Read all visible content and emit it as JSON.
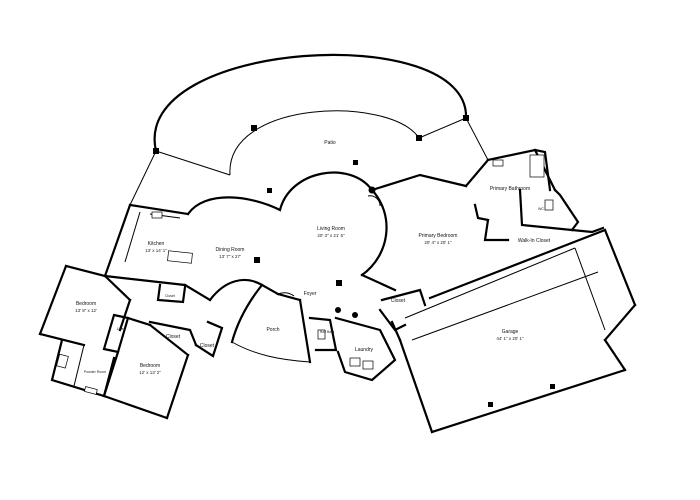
{
  "rooms": {
    "patio": {
      "name": "Patio",
      "dims": ""
    },
    "living": {
      "name": "Living Room",
      "dims": "20' 3\" x 21' 5\""
    },
    "dining": {
      "name": "Dining Room",
      "dims": "13' 7\" x 27'"
    },
    "kitchen": {
      "name": "Kitchen",
      "dims": "13' x 14' 1\""
    },
    "bedroom1": {
      "name": "Bedroom",
      "dims": "13' 8\" x 12'"
    },
    "bedroom2": {
      "name": "Bedroom",
      "dims": "12' x 13' 2\""
    },
    "primary_bed": {
      "name": "Primary Bedroom",
      "dims": "20' 4\" x 20' 1\""
    },
    "primary_bath": {
      "name": "Primary Bathroom",
      "dims": ""
    },
    "walkin": {
      "name": "Walk-In Closet",
      "dims": ""
    },
    "wc": {
      "name": "WC",
      "dims": ""
    },
    "garage": {
      "name": "Garage",
      "dims": "44' 1\" x 20' 1\""
    },
    "porch": {
      "name": "Porch",
      "dims": ""
    },
    "foyer": {
      "name": "Foyer",
      "dims": ""
    },
    "closet1": {
      "name": "Closet",
      "dims": ""
    },
    "closet2": {
      "name": "Closet",
      "dims": ""
    },
    "closet3": {
      "name": "Closet",
      "dims": ""
    },
    "closet_k": {
      "name": "Closet",
      "dims": ""
    },
    "half_bath": {
      "name": "Half Bath",
      "dims": ""
    },
    "laundry": {
      "name": "Laundry",
      "dims": ""
    },
    "powder": {
      "name": "Powder Room",
      "dims": ""
    },
    "linen": {
      "name": "Linen",
      "dims": ""
    }
  }
}
